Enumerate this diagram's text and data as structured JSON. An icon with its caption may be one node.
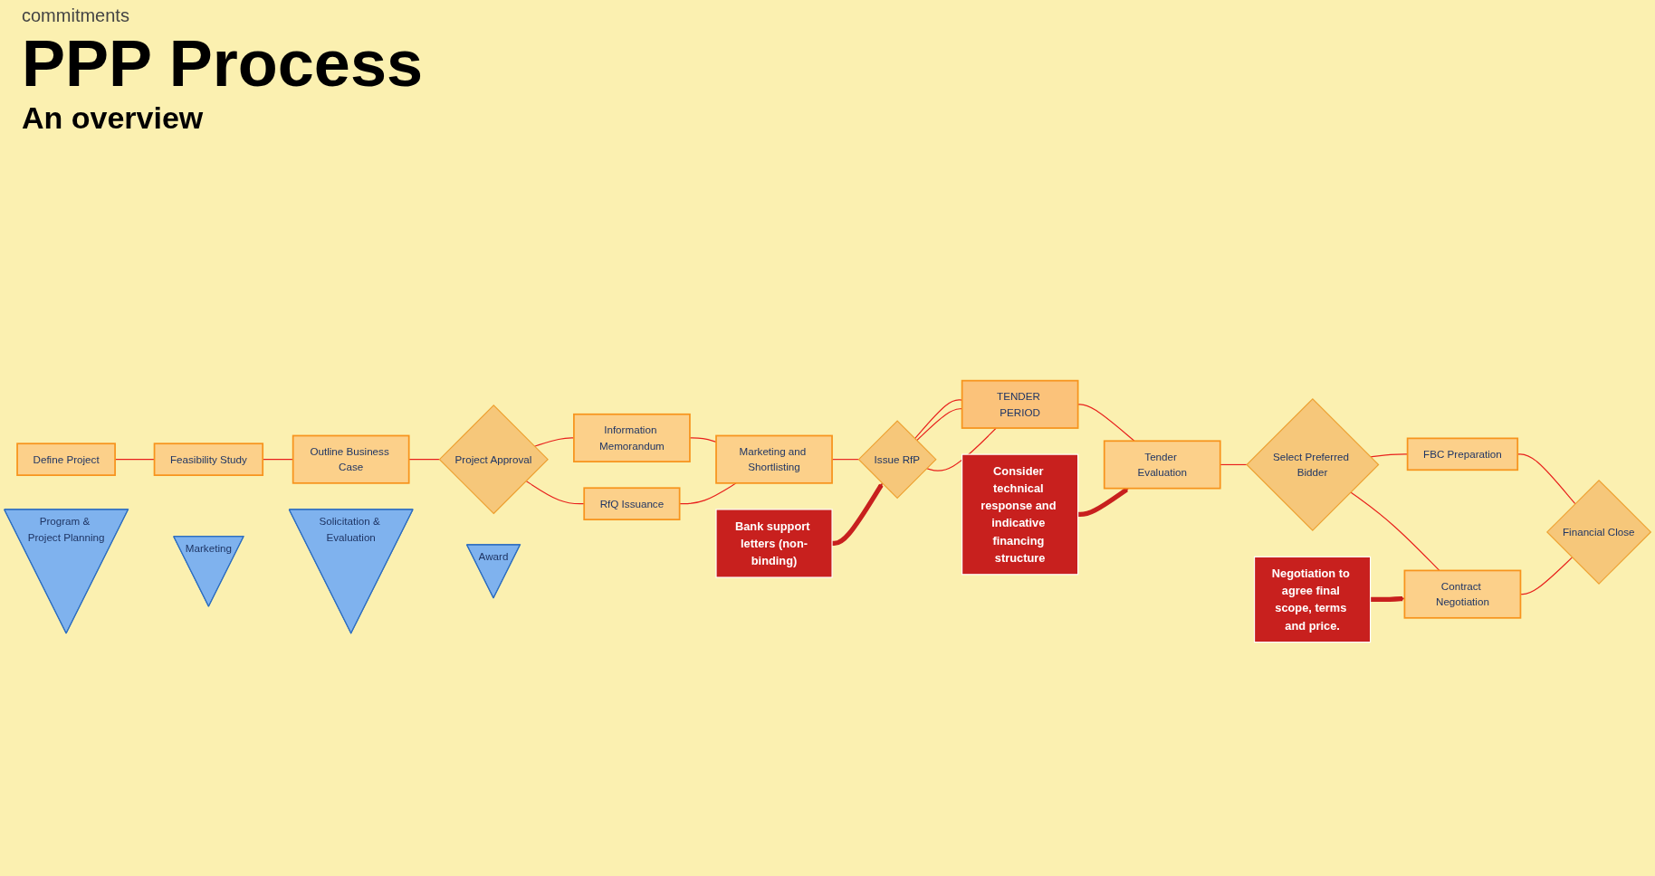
{
  "diagram": {
    "title": "PPP Process",
    "nodes": [
      {
        "text": [
          "Define Project"
        ]
      },
      {
        "text": [
          "Feasibility Study"
        ]
      },
      {
        "text": [
          "Outline Business Case"
        ]
      },
      {
        "text": [
          "Project Approval"
        ]
      },
      {
        "text": [
          "RfQ Issuance"
        ]
      },
      {
        "text": [
          "Information Memorandum"
        ]
      },
      {
        "text": [
          "Marketing and Shortlisting"
        ]
      },
      {
        "text": [
          "Issue RfP"
        ]
      },
      {
        "text": [
          "TENDER PERIOD"
        ]
      },
      {
        "text": [
          "Tender Evaluation"
        ]
      },
      {
        "text": [
          "Select Preferred Bidder"
        ]
      },
      {
        "text": [
          "Contract Negotiation"
        ]
      },
      {
        "text": [
          "FBC Preparation"
        ]
      },
      {
        "text": [
          "Financial Close"
        ]
      },
      {
        "text": [
          "Bank support letters (non-binding)"
        ]
      },
      {
        "text": [
          "Negotiation to agree final scope, terms and price."
        ]
      },
      {
        "text": [
          "Consider technical response and indicative financing structure"
        ]
      },
      {
        "text": [
          "Program & Project Planning"
        ]
      },
      {
        "text": [
          "Marketing"
        ]
      },
      {
        "text": [
          "Solicitation & Evaluation"
        ]
      },
      {
        "text": [
          "Award"
        ]
      }
    ],
    "edges": [
      {
        "from": 0,
        "to": 1,
        "arrow": "none"
      },
      {
        "from": 1,
        "to": 2,
        "arrow": "none"
      },
      {
        "from": 2,
        "to": 3,
        "arrow": "none"
      },
      {
        "from": 3,
        "to": 4,
        "arrow": "none"
      },
      {
        "from": 3,
        "to": 5,
        "arrow": "none"
      },
      {
        "from": 4,
        "to": 6,
        "arrow": "none"
      },
      {
        "from": 5,
        "to": 6,
        "arrow": "none"
      },
      {
        "from": 6,
        "to": 7,
        "arrow": "none"
      },
      {
        "from": 7,
        "to": 8,
        "arrow": "none"
      },
      {
        "from": 7,
        "to": 8,
        "arrow": "none"
      },
      {
        "from": 7,
        "to": 8,
        "arrow": "none"
      },
      {
        "from": 8,
        "to": 9,
        "arrow": "none"
      },
      {
        "from": 9,
        "to": 10,
        "arrow": "none"
      },
      {
        "from": 10,
        "to": 11,
        "arrow": "none"
      },
      {
        "from": 10,
        "to": 12,
        "arrow": "none"
      },
      {
        "from": 11,
        "to": 13,
        "arrow": "none"
      },
      {
        "from": 12,
        "to": 13,
        "arrow": "none"
      },
      {
        "from": 14,
        "to": 7,
        "arrow": "to",
        "style": "thick",
        "color": "#c8201e"
      },
      {
        "from": 15,
        "to": 11,
        "arrow": "to",
        "style": "thick",
        "color": "#c8201e"
      },
      {
        "from": 16,
        "to": 9,
        "arrow": "to",
        "style": "thick",
        "color": "#c8201e"
      }
    ],
    "labels": [
      "commitments",
      "An overview"
    ]
  }
}
